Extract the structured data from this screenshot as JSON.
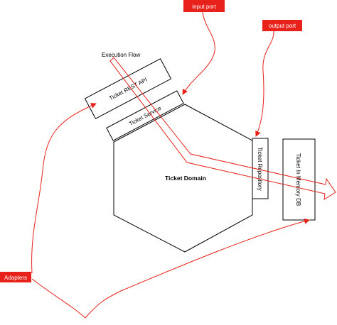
{
  "diagram": {
    "execution_flow": "Execution Flow",
    "rest_api": "Ticket REST API",
    "service": "Ticket Service",
    "domain": "Ticket Domain",
    "repository": "Ticket Repository",
    "db": "Ticket In Memory DB",
    "input_port": "input port",
    "output_port": "output port",
    "adapters": "Adapters"
  },
  "colors": {
    "accent": "#e8211a",
    "line": "#000000",
    "background": "#ffffff"
  }
}
